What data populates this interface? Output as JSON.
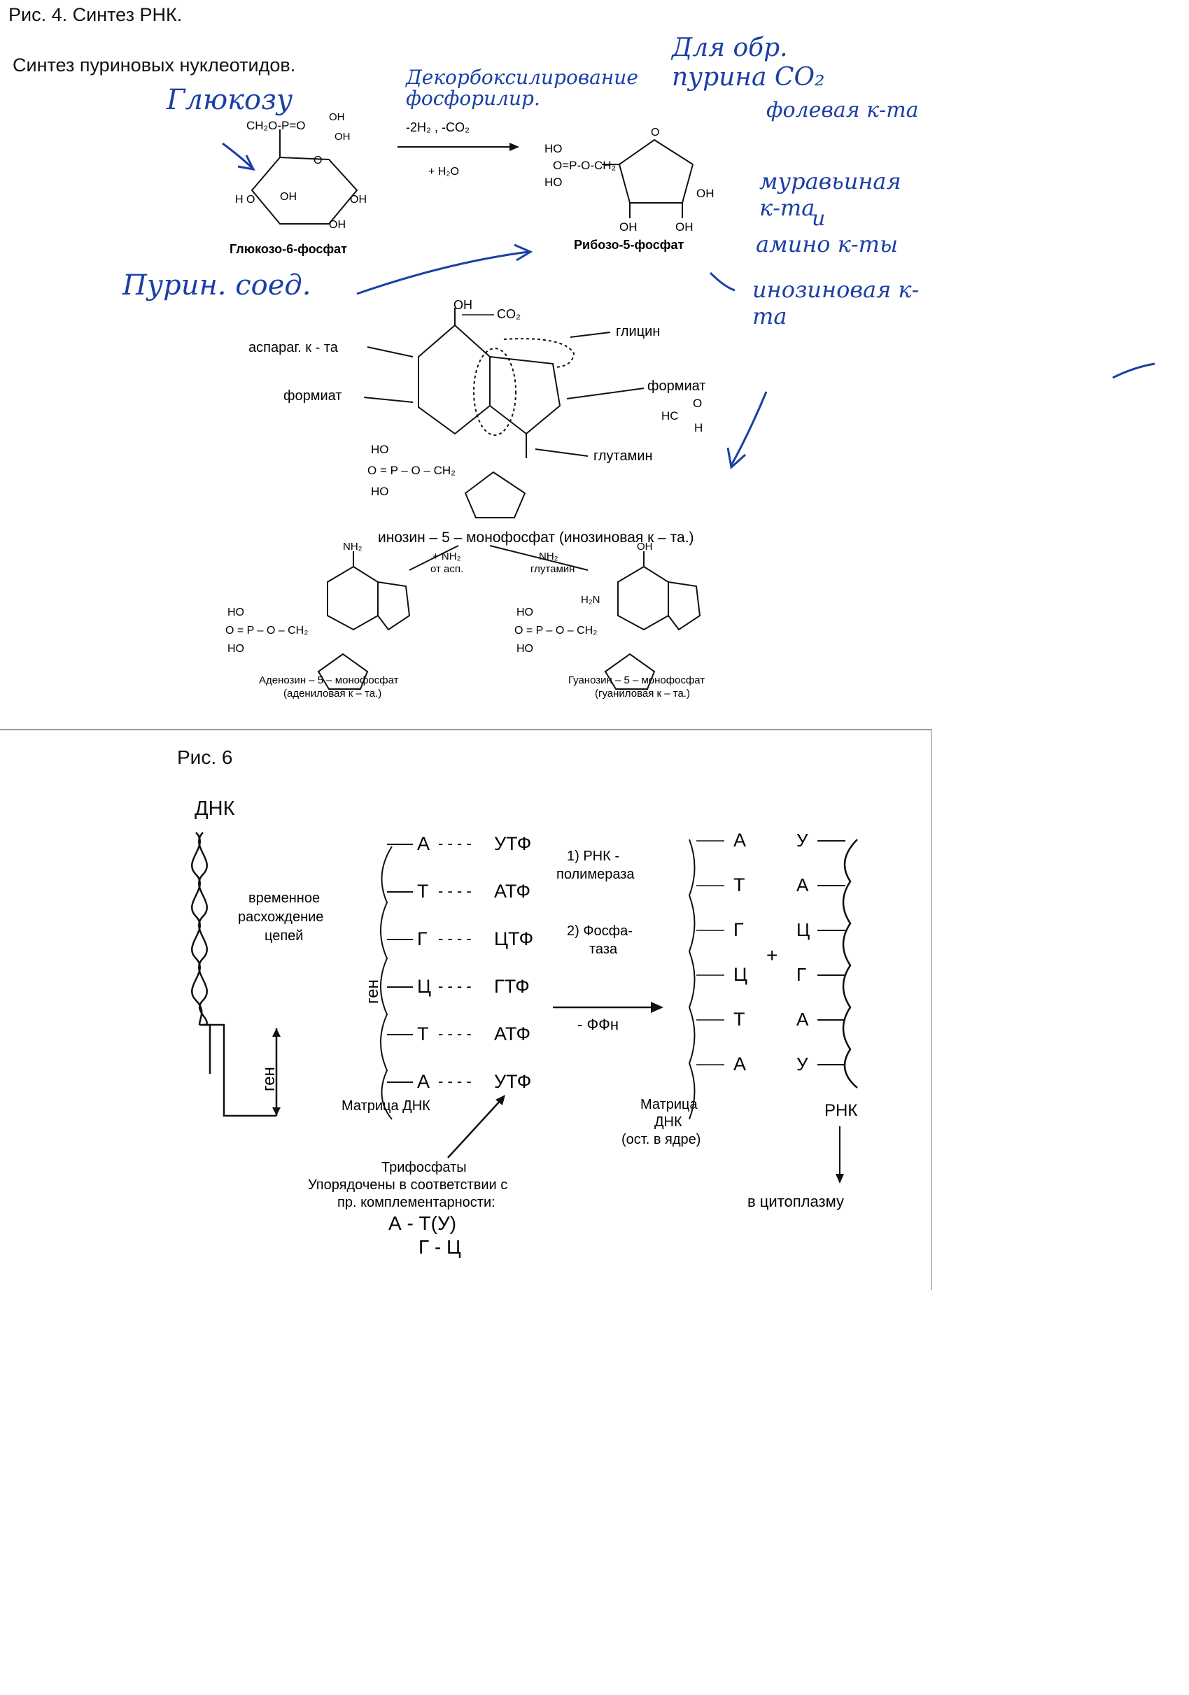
{
  "top": {
    "title": "Рис. 4. Синтез РНК.",
    "subtitle": "Синтез пуриновых нуклеотидов."
  },
  "handwritten": {
    "glucose": "Глюкозу",
    "decarb": "Декорбоксилирование фосфорилир.",
    "for_formation": "Для обр. пурина CO₂",
    "folic": "фолевая к-та",
    "formic": "муравьиная к-та",
    "and": "и",
    "amino": "амино к-ты",
    "purine": "Пурин. соед.",
    "inosine": "инозиновая к-та"
  },
  "pentose": {
    "glucose_name": "Глюкозо-6-фосфат",
    "ribose_name": "Рибозо-5-фосфат",
    "cond1": "-2H₂ ,  -CO₂",
    "cond2": "+ H₂O",
    "g_group": "CH₂O-P=O",
    "oh": "OH",
    "ho": "HO",
    "ho_plain": "H O"
  },
  "purine_sources": {
    "asp": "аспараг. к - та",
    "formate1": "формиат",
    "formate2": "формиат",
    "glycine": "глицин",
    "glutamine": "глутамин",
    "co2": "CO₂",
    "hc_o": "HC",
    "o": "O",
    "h": "H",
    "imp": "инозин – 5 – монофосфат (инозиновая к – та.)"
  },
  "nucleotides": {
    "nh2_asp": "+ NH₂",
    "from_asp": "от асп.",
    "nh2_gln": "NH₂",
    "gln": "глутамин",
    "amp1": "Аденозин – 5 – монофосфат",
    "amp2": "(адениловая к – та.)",
    "gmp1": "Гуанозин – 5 – монофосфат",
    "gmp2": "(гуаниловая к – та.)",
    "phosphate": "O = P – O – CH₂",
    "nh2": "NH₂",
    "h2n": "H₂N"
  },
  "fig6": {
    "title": "Рис. 6",
    "dna": "ДНК",
    "temporary": [
      "временное",
      "расхождение",
      "цепей"
    ],
    "gene": "ген",
    "pairs": [
      {
        "base": "А",
        "ntp": "УТФ"
      },
      {
        "base": "Т",
        "ntp": "АТФ"
      },
      {
        "base": "Г",
        "ntp": "ЦТФ"
      },
      {
        "base": "Ц",
        "ntp": "ГТФ"
      },
      {
        "base": "Т",
        "ntp": "АТФ"
      },
      {
        "base": "А",
        "ntp": "УТФ"
      }
    ],
    "dashes": "- - - -",
    "step1": [
      "1) РНК -",
      "полимераза"
    ],
    "step2": [
      "2) Фосфа-",
      "таза"
    ],
    "minus_ppn": "- ФФн",
    "template_dna": "Матрица ДНК",
    "template2": [
      "Матрица",
      "ДНК",
      "(ост. в ядре)"
    ],
    "template_bases": [
      "А",
      "Т",
      "Г",
      "Ц",
      "Т",
      "А"
    ],
    "rna_bases": [
      "У",
      "А",
      "Ц",
      "Г",
      "А",
      "У"
    ],
    "plus": "+",
    "rna": "РНК",
    "to_cyto": "в цитоплазму",
    "triphos": [
      "Трифосфаты",
      "Упорядочены в соответствии с",
      "пр. комплементарности:"
    ],
    "rule1": "А - Т(У)",
    "rule2": "Г - Ц"
  }
}
